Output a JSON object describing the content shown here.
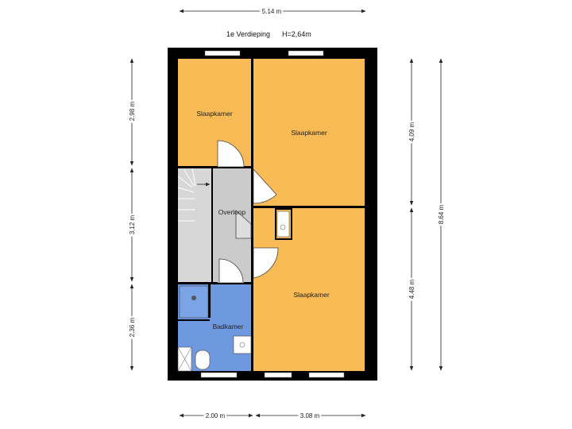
{
  "header": {
    "floor_name": "1e Verdieping",
    "height": "H=2,64m"
  },
  "rooms": {
    "bedroom_top_left": "Slaapkamer",
    "bedroom_top_right": "Slaapkamer",
    "bedroom_bottom_right": "Slaapkamer",
    "landing": "Overloop",
    "bathroom": "Badkamer"
  },
  "dimensions": {
    "top_width": "5.14 m",
    "bottom_left_width": "2.00 m",
    "bottom_right_width": "3.08 m",
    "left_upper": "2.98 m",
    "left_middle": "3.12 m",
    "left_lower": "2.36 m",
    "right_upper": "4.09 m",
    "right_lower": "4.48 m",
    "total_depth": "8.64 m"
  },
  "colors": {
    "bedroom": "#F9BB55",
    "landing": "#C8C8C8",
    "bathroom": "#6E99E0",
    "wall": "#000000"
  }
}
